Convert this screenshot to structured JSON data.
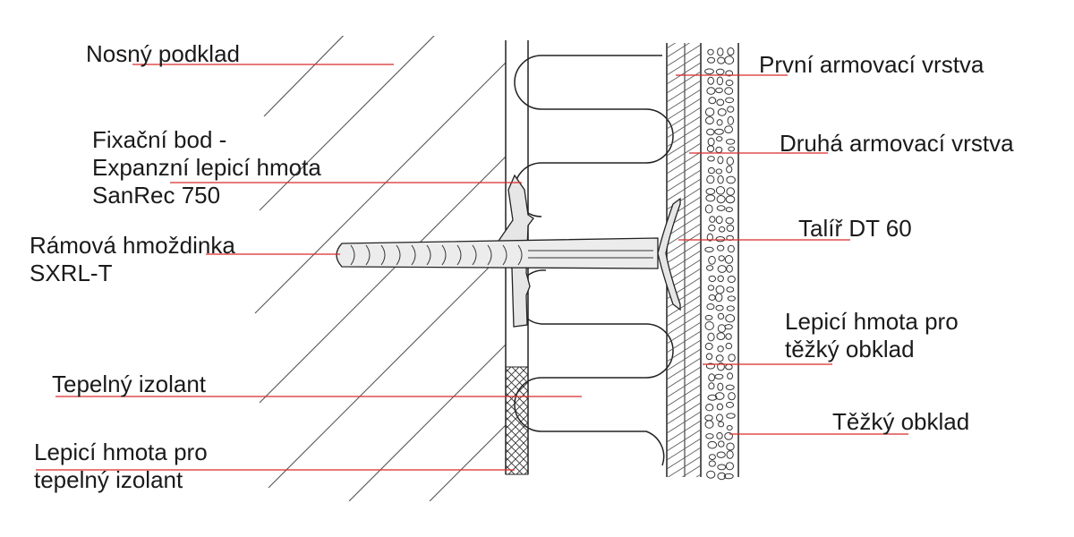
{
  "diagram": {
    "accent_color": "#d92b2b",
    "labels": {
      "nosny_podklad": [
        "Nosný podklad"
      ],
      "fixacni_bod": [
        "Fixační bod -",
        "Expanzní lepicí hmota",
        "SanRec 750"
      ],
      "ramova_hmozdinka": [
        "Rámová hmoždinka",
        "SXRL-T"
      ],
      "tepelny_izolant": [
        "Tepelný izolant"
      ],
      "lepici_hmota_izolant": [
        "Lepicí hmota pro",
        "tepelný izolant"
      ],
      "prvni_armovaci": [
        "První armovací vrstva"
      ],
      "druha_armovaci": [
        "Druhá armovací vrstva"
      ],
      "talir": [
        "Talíř DT 60"
      ],
      "lepici_hmota_obklad": [
        "Lepicí hmota pro",
        "těžký obklad"
      ],
      "tezky_obklad": [
        "Těžký obklad"
      ]
    }
  }
}
